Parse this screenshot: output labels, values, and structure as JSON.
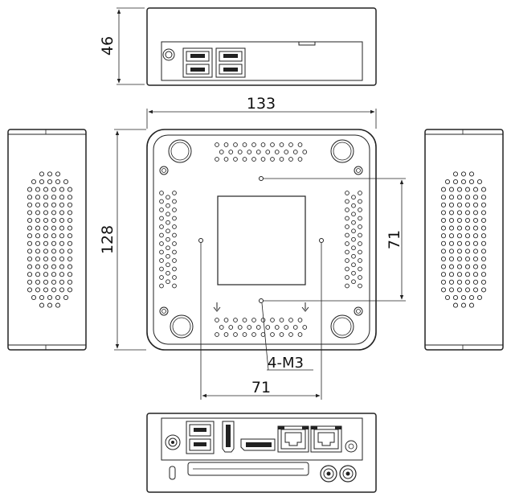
{
  "dimensions": {
    "width_label": "133",
    "depth_label": "128",
    "height_label": "46",
    "hole_spacing_vertical_label": "71",
    "hole_spacing_horizontal_label": "71"
  },
  "callouts": {
    "mounting_holes_label": "4-M3"
  },
  "colors": {
    "stroke": "#222222",
    "background": "#ffffff"
  },
  "views": {
    "top": "front-view-usb-panel",
    "middle": "bottom-view",
    "left": "left-side-view",
    "right": "right-side-view",
    "bottom": "rear-view-io-panel"
  }
}
